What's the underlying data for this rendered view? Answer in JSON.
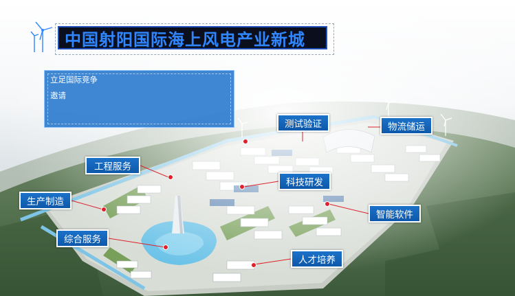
{
  "title": "中国射阳国际海上风电产业新城",
  "info_panel": {
    "line1": "立足国际竞争",
    "line2": "邀请"
  },
  "labels": {
    "testing": "测试验证",
    "logistics": "物流储运",
    "engineering": "工程服务",
    "research": "科技研发",
    "manufacturing": "生产制造",
    "software": "智能软件",
    "services": "综合服务",
    "talent": "人才培养"
  },
  "colors": {
    "title_text": "#2f86ff",
    "title_bg": "#0b0f1d",
    "label_bg": "#1565c0",
    "panel_bg": "#2676cd",
    "marker": "#e0202a"
  },
  "icons": {
    "title_icon": "wind-turbine-icon"
  }
}
